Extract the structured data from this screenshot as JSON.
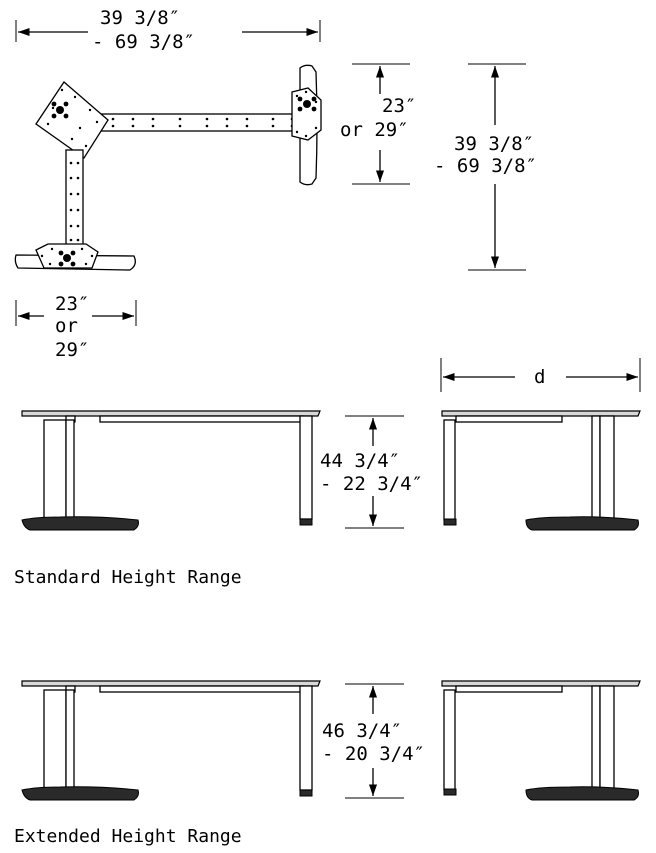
{
  "plan_view": {
    "overall_width": [
      "39 3/8″",
      "- 69 3/8″"
    ],
    "depth": [
      "23″",
      "or 29″"
    ],
    "overall_depth": [
      "39 3/8″",
      "- 69 3/8″"
    ],
    "return_width": [
      "23″",
      "or",
      "29″"
    ]
  },
  "standard": {
    "height": [
      "44 3/4″",
      "- 22 3/4″"
    ],
    "side_depth_label": "d",
    "caption": "Standard Height Range"
  },
  "extended": {
    "height": [
      "46 3/4″",
      "- 20 3/4″"
    ],
    "caption": "Extended Height Range"
  }
}
